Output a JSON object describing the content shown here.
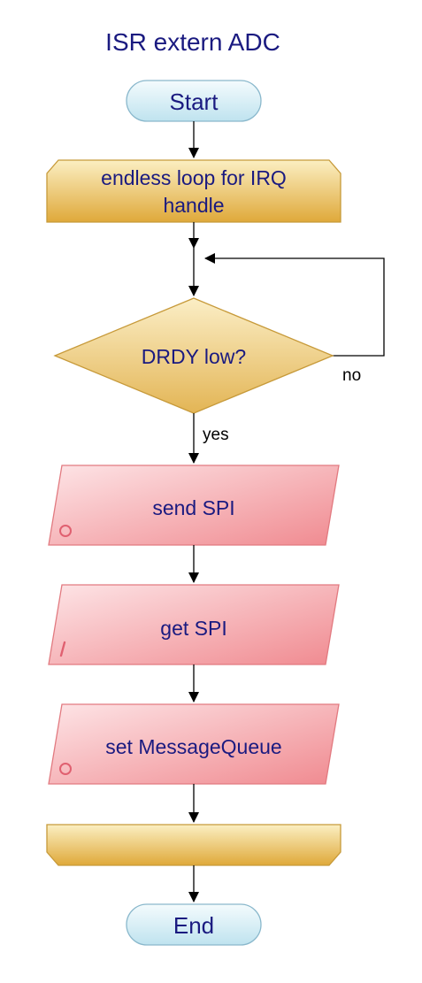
{
  "title": "ISR extern ADC",
  "nodes": {
    "start": "Start",
    "loop_start_line1": "endless loop for IRQ",
    "loop_start_line2": "handle",
    "decision": "DRDY low?",
    "send_spi": "send SPI",
    "get_spi": "get SPI",
    "set_queue": "set MessageQueue",
    "loop_end": "",
    "end": "End"
  },
  "io_markers": {
    "send_spi": "O",
    "get_spi": "I",
    "set_queue": "O"
  },
  "branch_labels": {
    "no": "no",
    "yes": "yes"
  },
  "colors": {
    "title_text": "#1a1a80",
    "node_text": "#1a1a80",
    "terminal_fill_top": "#f4fbfd",
    "terminal_fill_bottom": "#bfe3ef",
    "terminal_stroke": "#8ab8cc",
    "loop_fill_top": "#fbefc2",
    "loop_fill_bottom": "#dfa93a",
    "loop_stroke": "#c79a3a",
    "decision_fill_top": "#fbeec6",
    "decision_fill_bottom": "#e3b555",
    "io_fill_top": "#fde4e6",
    "io_fill_bottom": "#f08a90",
    "io_stroke": "#e27a80",
    "io_marker": "#e06070"
  }
}
